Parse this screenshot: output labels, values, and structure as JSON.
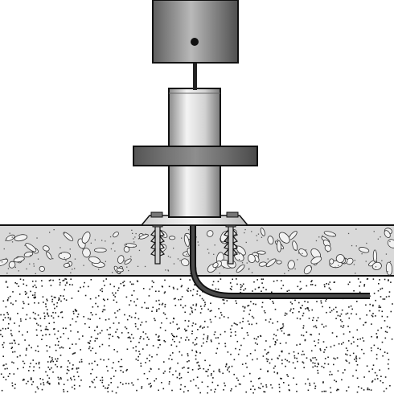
{
  "colors": {
    "background": "#ffffff",
    "outline": "#111111",
    "concrete_fill": "#d9d9d9",
    "soil_fill": "#ffffff",
    "soil_speckle": "#1a1a1a",
    "metal_dark": "#6f6f6f",
    "metal_mid": "#9c9c9c",
    "metal_light": "#eeeeee",
    "cable": "#2a2a2a",
    "anchor": "#bdbdbd"
  },
  "icons": {
    "motor": "drive-cylinder",
    "post": "steel-post",
    "flange": "flange-collar",
    "base_plate": "mounting-base-plate",
    "anchors": "expansion-anchor-bolts",
    "cable": "power-cable",
    "slab": "concrete-slab",
    "ground": "soil-layer"
  }
}
